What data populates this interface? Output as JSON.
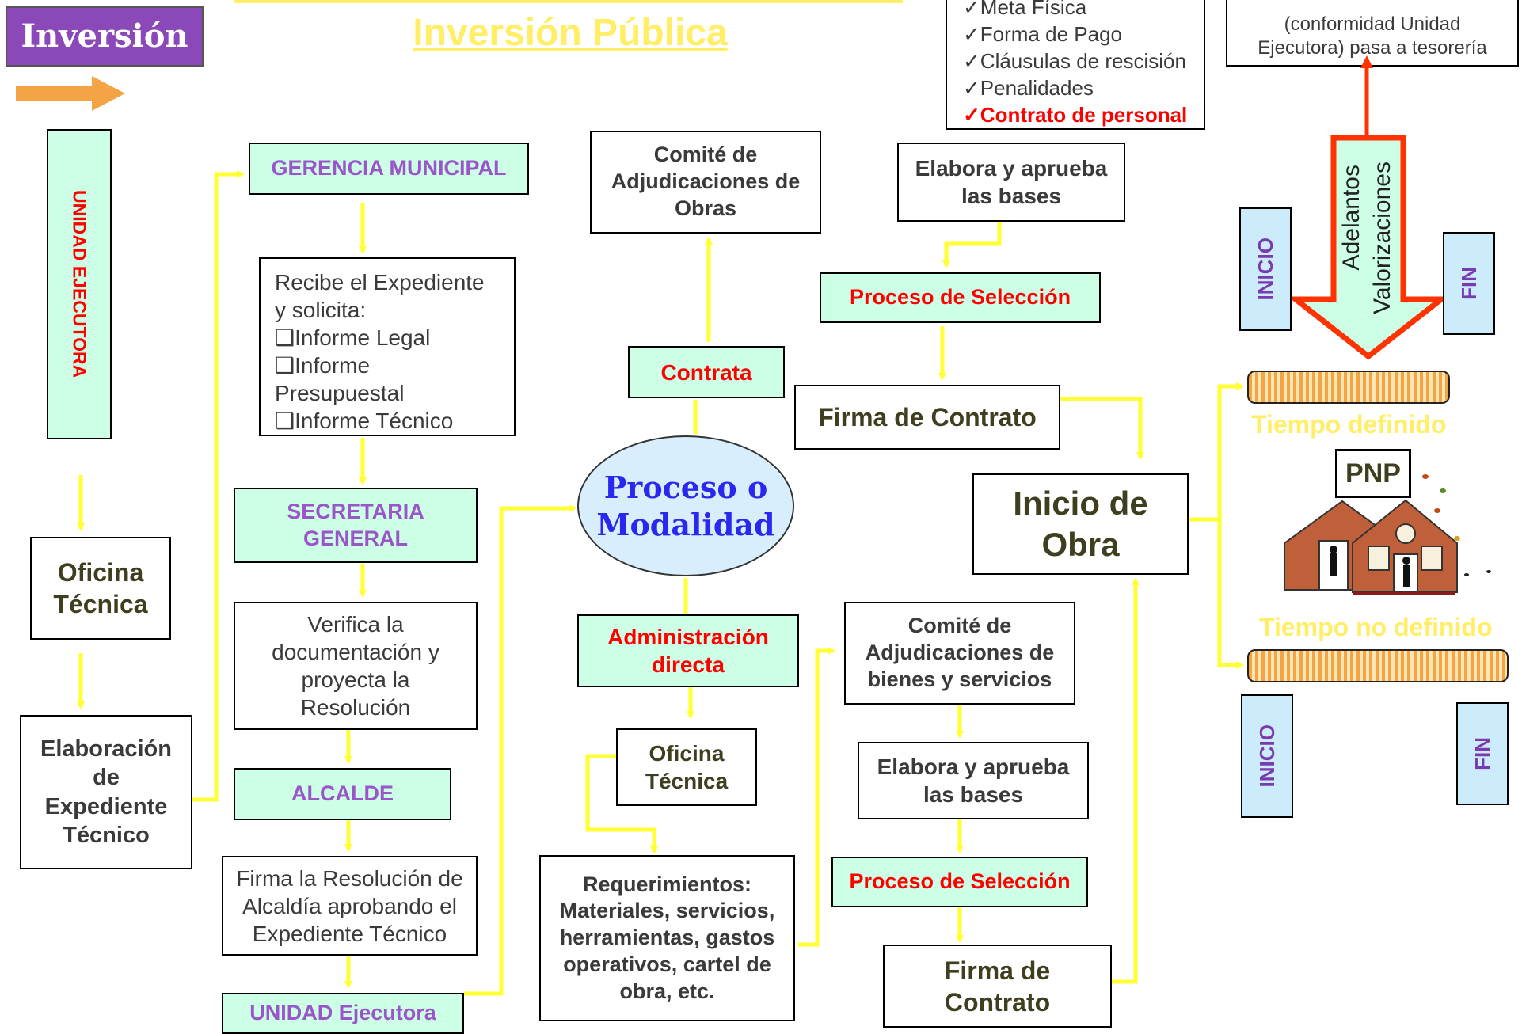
{
  "header": {
    "inversion_label": "Inversión",
    "title_partial": "Inversión Pública"
  },
  "colors": {
    "connector": "#ffff33",
    "green_fill": "#ccffe6",
    "purple_text": "#9a55c8",
    "red_text": "#ff0000",
    "orange_arrow": "#f5a445",
    "title_yellow": "#ffee66"
  },
  "left_column": {
    "unidad_ejecutora": "UNIDAD EJECUTORA",
    "oficina_tecnica": "Oficina Técnica",
    "elaboracion": "Elaboración de Expediente Técnico"
  },
  "column2": {
    "gerencia": "GERENCIA MUNICIPAL",
    "recibe_intro": "Recibe el Expediente y solicita:",
    "recibe_items": [
      "Informe Legal",
      "Informe Presupuestal",
      "Informe Técnico"
    ],
    "secretaria": "SECRETARIA GENERAL",
    "verifica": "Verifica la documentación y proyecta la Resolución",
    "alcalde": "ALCALDE",
    "firma_resolucion": "Firma la Resolución de Alcaldía aprobando el Expediente Técnico",
    "unidad_ejecutora": "UNIDAD Ejecutora"
  },
  "center": {
    "comite_obras": "Comité de Adjudicaciones de Obras",
    "contrata": "Contrata",
    "proceso_modalidad": "Proceso o Modalidad",
    "administracion": "Administración directa",
    "oficina_tecnica": "Oficina Técnica",
    "requerimientos": "Requerimientos: Materiales, servicios, herramientas, gastos operativos, cartel de obra, etc."
  },
  "top_right": {
    "checklist": [
      {
        "text": "Meta Física",
        "red": false
      },
      {
        "text": "Forma de Pago",
        "red": false
      },
      {
        "text": "Cláusulas de rescisión",
        "red": false
      },
      {
        "text": "Penalidades",
        "red": false
      },
      {
        "text": "Contrato de personal",
        "red": true
      }
    ],
    "conformidad": "(conformidad Unidad Ejecutora) pasa a tesorería"
  },
  "contrata_branch": {
    "elabora_bases": "Elabora y aprueba las bases",
    "proceso_seleccion": "Proceso de Selección",
    "firma_contrato": "Firma de Contrato"
  },
  "admin_branch": {
    "comite_bienes": "Comité de Adjudicaciones de bienes y servicios",
    "elabora_bases": "Elabora y aprueba las bases",
    "proceso_seleccion": "Proceso de Selección",
    "firma_contrato": "Firma de Contrato"
  },
  "obra": {
    "inicio_obra": "Inicio de Obra",
    "adelantos": "Adelantos",
    "valorizaciones": "Valorizaciones",
    "inicio": "INICIO",
    "fin": "FIN",
    "tiempo_definido": "Tiempo definido",
    "tiempo_no_definido": "Tiempo no definido",
    "pnp": "PNP"
  }
}
